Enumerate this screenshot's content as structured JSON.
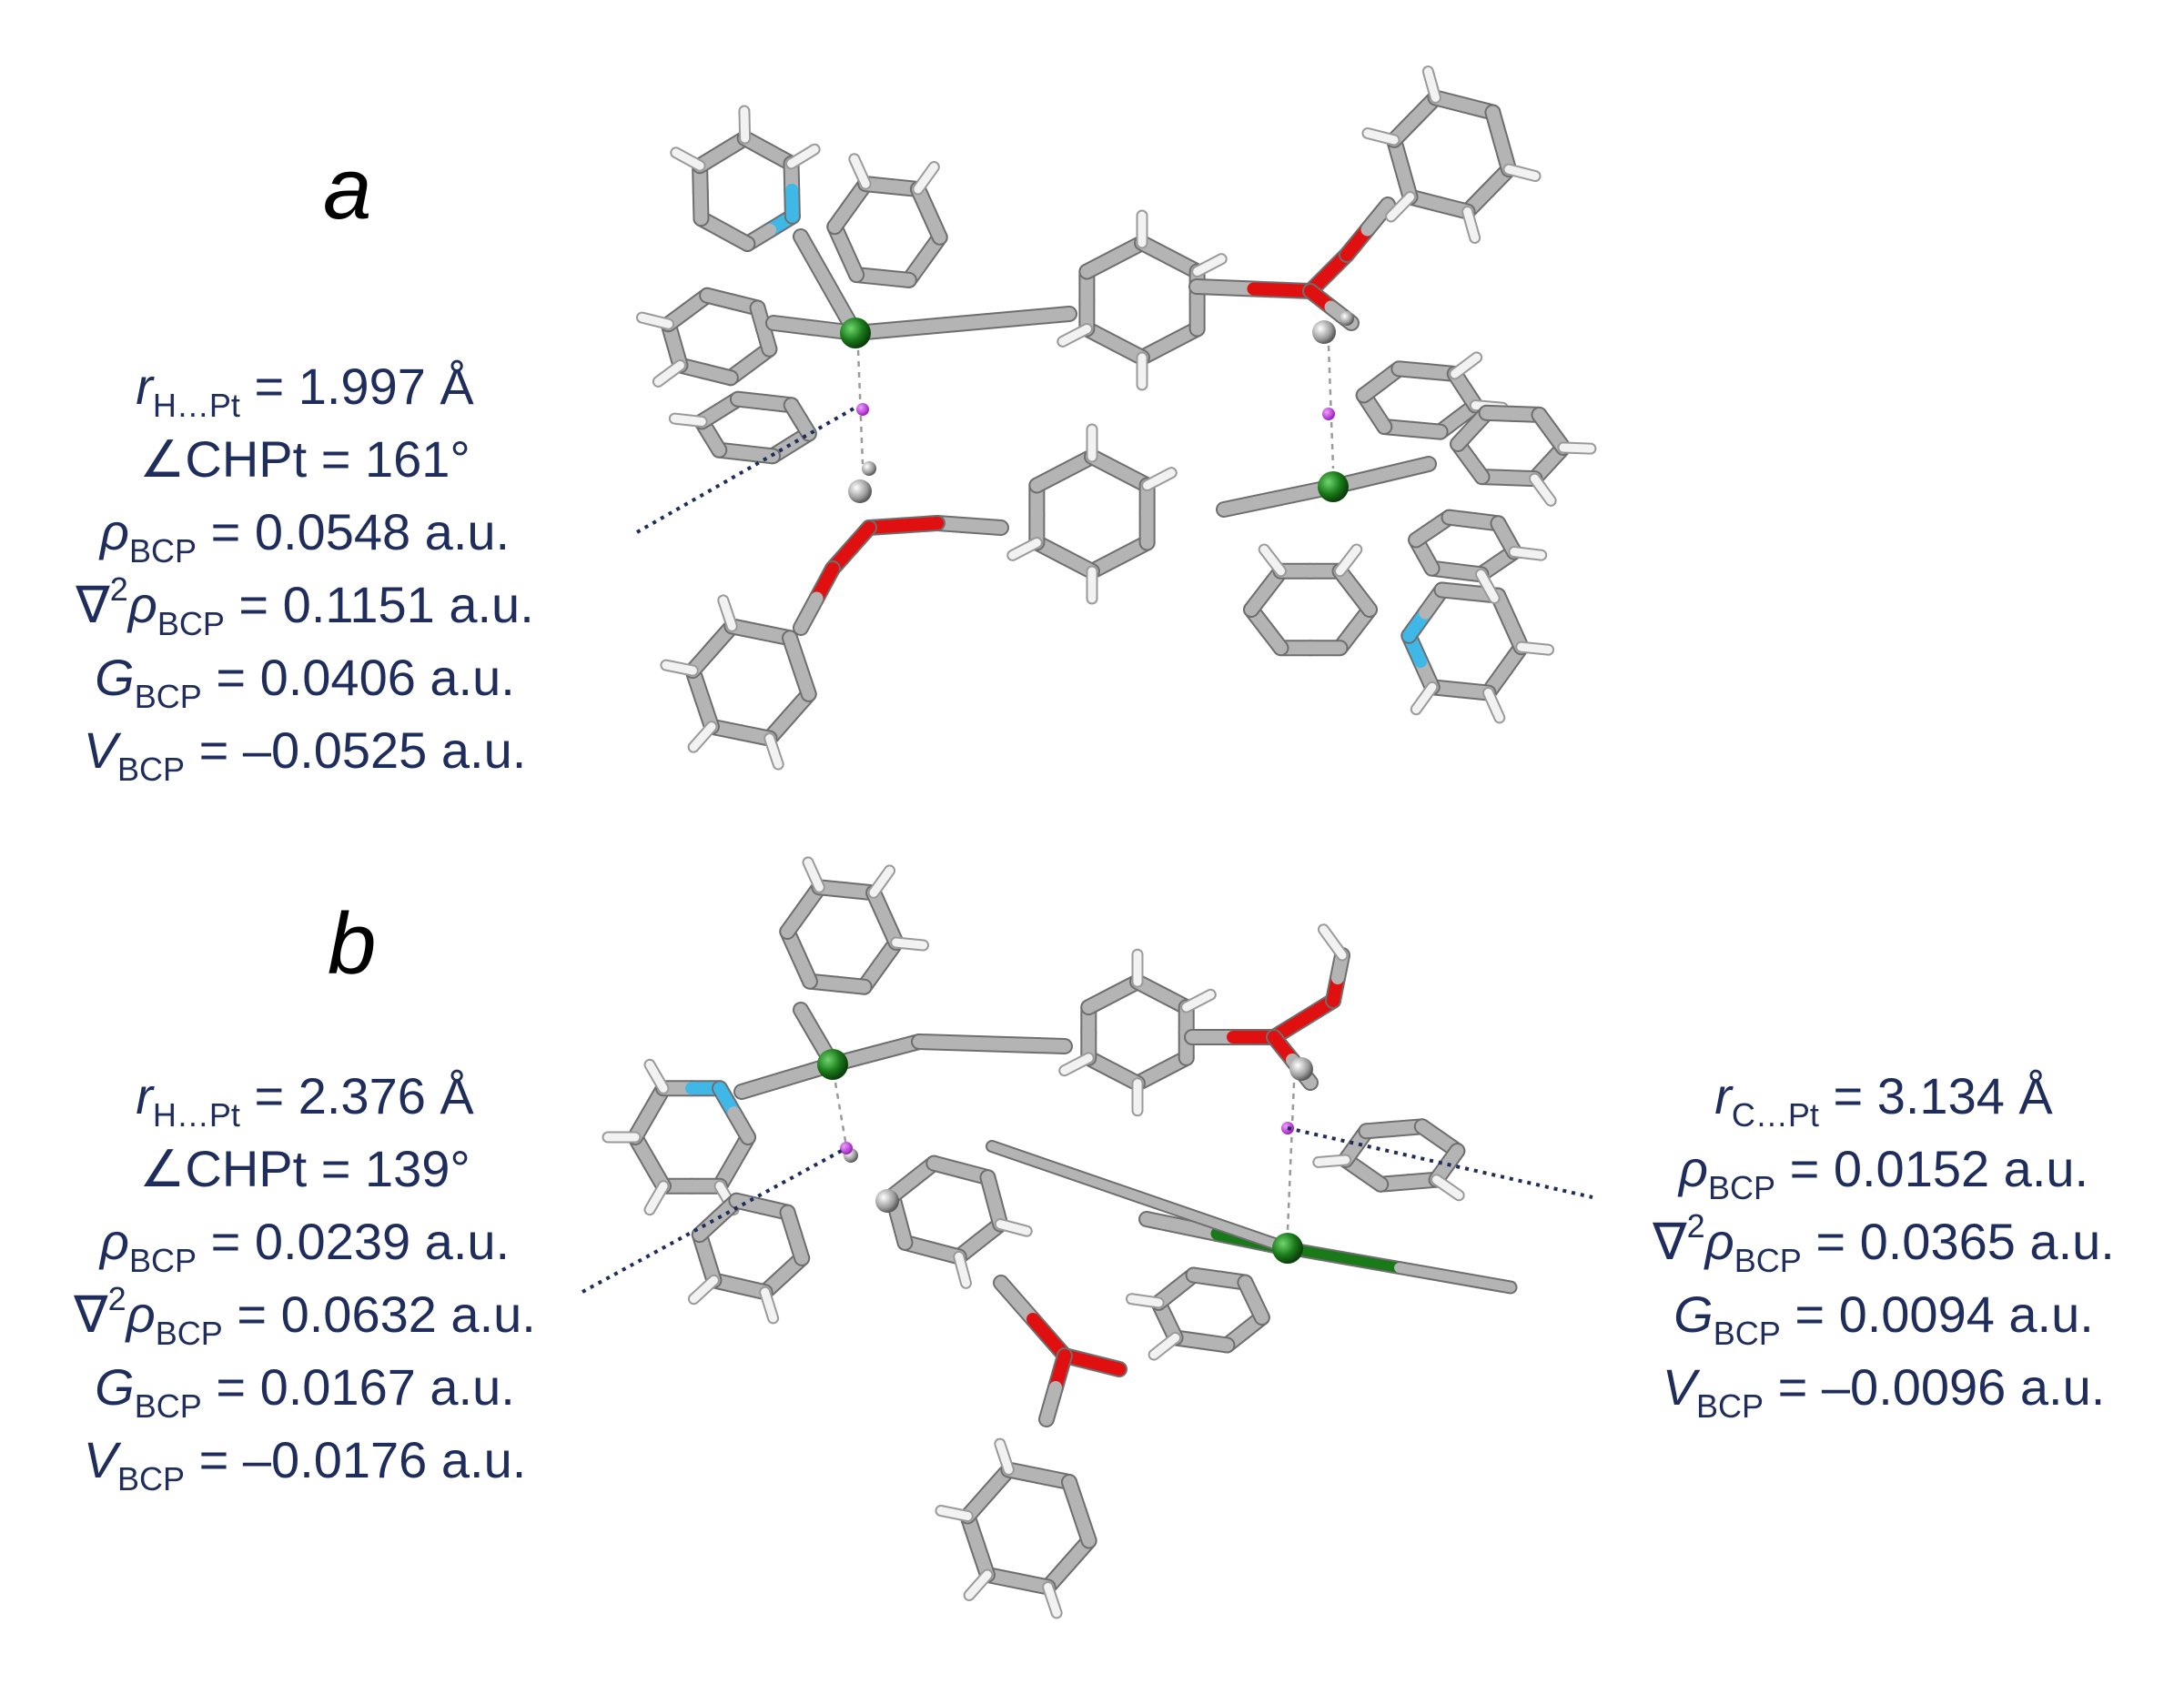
{
  "panels": [
    {
      "letter": "a",
      "annotation": {
        "distance": {
          "symbol": "r",
          "sub": "H…Pt",
          "value": "= 1.997 Å"
        },
        "angle": {
          "symbol": "∠CHPt",
          "value": "= 161°"
        },
        "rho": {
          "symbol": "ρ",
          "sub": "BCP",
          "value": "= 0.0548 a.u."
        },
        "laplacian": {
          "symbol": "∇",
          "sup": "2",
          "symbol2": "ρ",
          "sub": "BCP",
          "value": "= 0.1151 a.u."
        },
        "G": {
          "symbol": "G",
          "sub": "BCP",
          "value": "= 0.0406 a.u."
        },
        "V": {
          "symbol": "V",
          "sub": "BCP",
          "value": "=  –0.0525 a.u."
        }
      }
    },
    {
      "letter": "b",
      "annotation_left": {
        "distance": {
          "symbol": "r",
          "sub": "H…Pt",
          "value": "= 2.376 Å"
        },
        "angle": {
          "symbol": "∠CHPt",
          "value": "= 139°"
        },
        "rho": {
          "symbol": "ρ",
          "sub": "BCP",
          "value": "= 0.0239 a.u."
        },
        "laplacian": {
          "symbol": "∇",
          "sup": "2",
          "symbol2": "ρ",
          "sub": "BCP",
          "value": "= 0.0632 a.u."
        },
        "G": {
          "symbol": "G",
          "sub": "BCP",
          "value": "= 0.0167 a.u."
        },
        "V": {
          "symbol": "V",
          "sub": "BCP",
          "value": "=  –0.0176 a.u."
        }
      },
      "annotation_right": {
        "distance": {
          "symbol": "r",
          "sub": "C…Pt",
          "value": "= 3.134 Å"
        },
        "rho": {
          "symbol": "ρ",
          "sub": "BCP",
          "value": "=  0.0152 a.u."
        },
        "laplacian": {
          "symbol": "∇",
          "sup": "2",
          "symbol2": "ρ",
          "sub": "BCP",
          "value": "= 0.0365 a.u."
        },
        "G": {
          "symbol": "G",
          "sub": "BCP",
          "value": "= 0.0094 a.u."
        },
        "V": {
          "symbol": "V",
          "sub": "BCP",
          "value": "=  –0.0096 a.u."
        }
      }
    }
  ],
  "colors": {
    "text": "#1f2d5c",
    "bond": "#b4b4b4",
    "hydrogen": "#f2f2f2",
    "platinum": "#1a7a1a",
    "oxygen": "#e01010",
    "nitrogen": "#3fb8e8",
    "bcp": "#c040e0"
  }
}
